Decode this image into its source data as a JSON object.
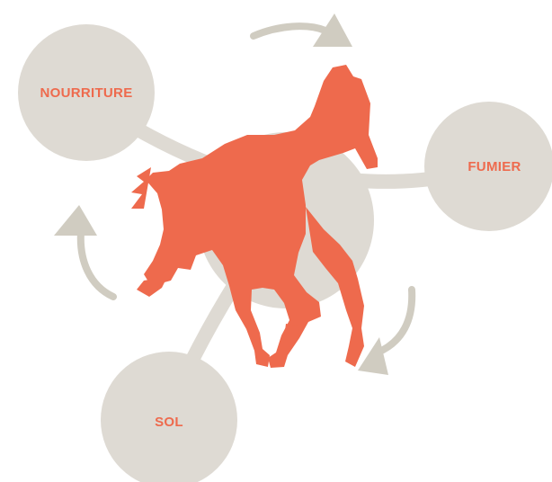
{
  "diagram": {
    "nodes": {
      "food": {
        "label": "NOURRITURE"
      },
      "manure": {
        "label": "FUMIER"
      },
      "soil": {
        "label": "SOL"
      }
    },
    "colors": {
      "circle": "#dedad3",
      "arrow": "#d0ccc1",
      "accent": "#ee6a4d",
      "label": "#ee6a4d"
    },
    "central_icon": "horse-icon"
  }
}
